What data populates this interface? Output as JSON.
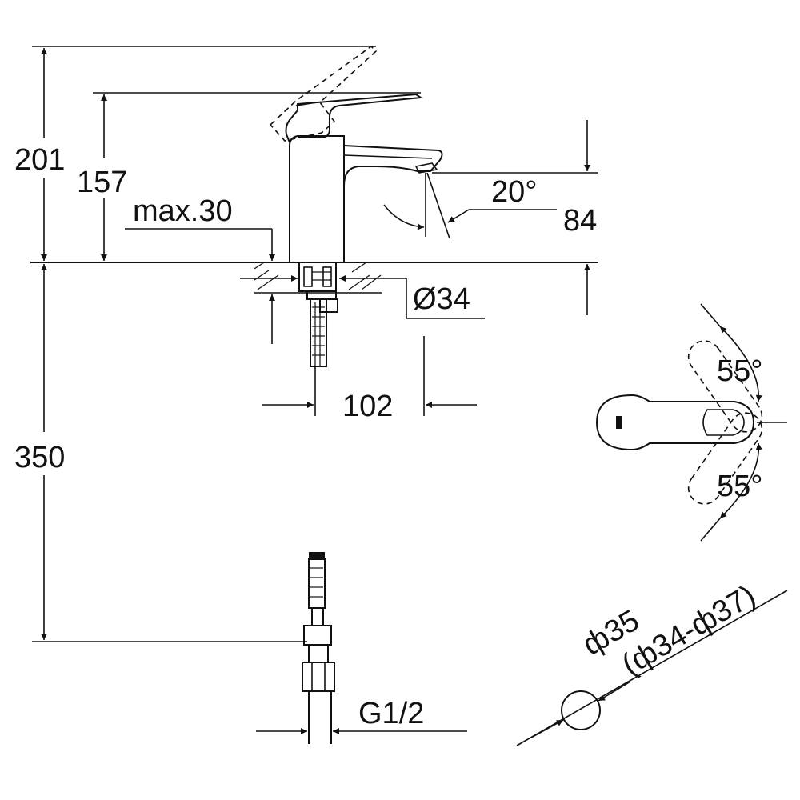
{
  "dimensions": {
    "total_height": "201",
    "lever_height": "157",
    "max_counter_thickness": "max.30",
    "spout_angle": "20°",
    "spout_height": "84",
    "hole_diameter": "Ø34",
    "spout_projection": "102",
    "below_counter_length": "350",
    "connection_thread": "G1/2",
    "lever_rotation_back": "55°",
    "lever_rotation_front": "55°",
    "tap_hole_diameter": "ф35",
    "tap_hole_range": "(ф34-ф37)"
  },
  "colors": {
    "ink": "#111111",
    "paper": "#ffffff"
  }
}
